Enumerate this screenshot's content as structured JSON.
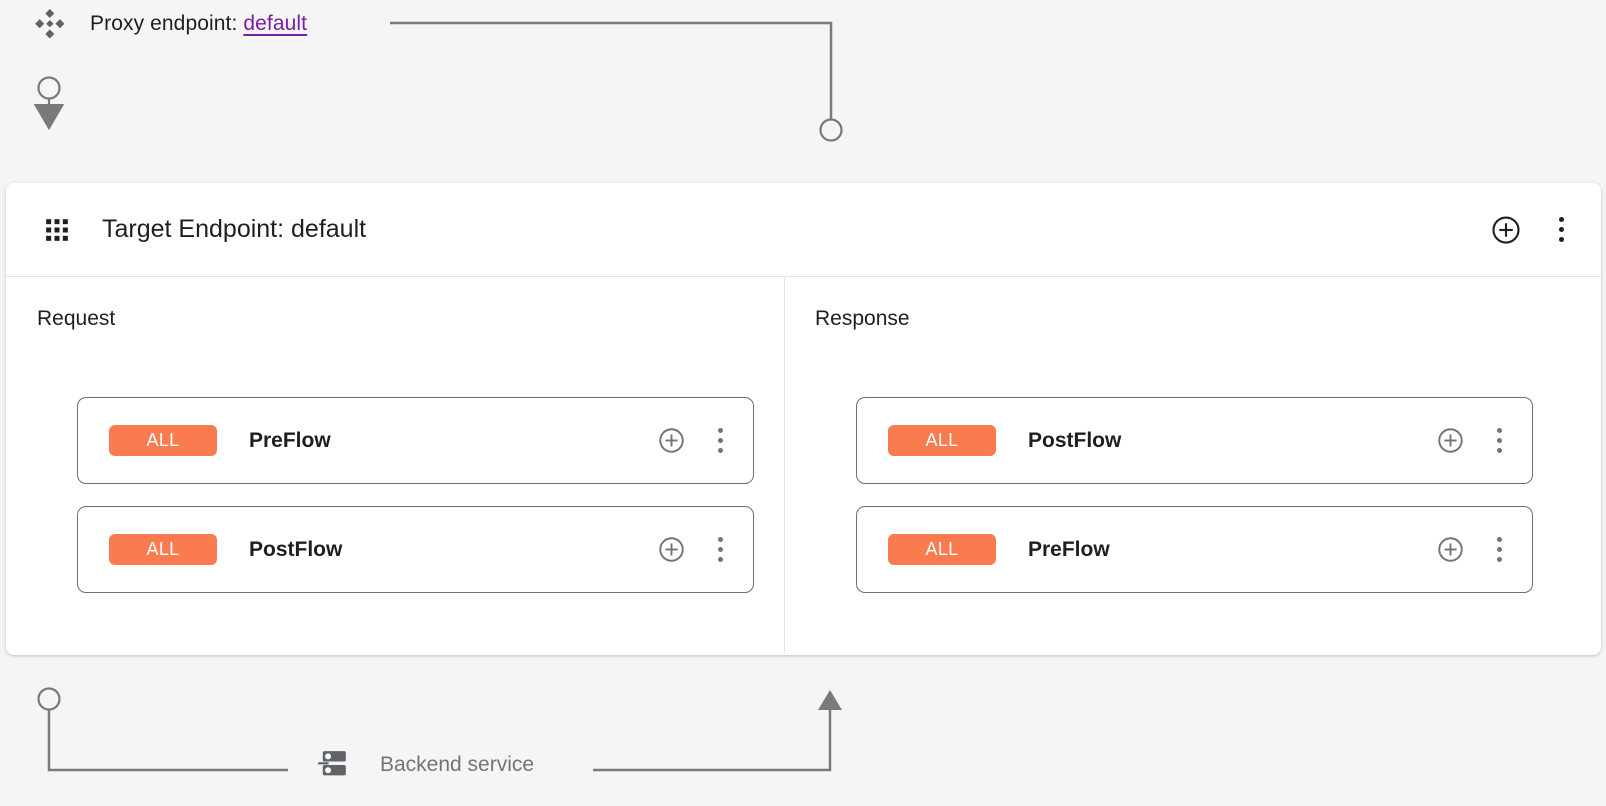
{
  "theme": {
    "background": "#f5f5f5",
    "panel_background": "#ffffff",
    "badge_color": "#fa7b4f",
    "link_color": "#7b1fa2",
    "connector_color": "#7a7a7a",
    "card_border": "#6f6f6f",
    "muted_text": "#70757a"
  },
  "proxy": {
    "icon": "proxy-diamond-icon",
    "label_prefix": "Proxy endpoint: ",
    "link_text": "default"
  },
  "panel": {
    "icon": "grid-dots-icon",
    "title": "Target Endpoint: default",
    "actions": {
      "add": "add-circle-icon",
      "menu": "more-vert-icon"
    }
  },
  "columns": [
    {
      "heading": "Request",
      "direction": "down",
      "flows": [
        {
          "badge": "ALL",
          "name": "PreFlow",
          "add": "add-circle-icon",
          "menu": "more-vert-icon"
        },
        {
          "badge": "ALL",
          "name": "PostFlow",
          "add": "add-circle-icon",
          "menu": "more-vert-icon"
        }
      ]
    },
    {
      "heading": "Response",
      "direction": "up",
      "flows": [
        {
          "badge": "ALL",
          "name": "PostFlow",
          "add": "add-circle-icon",
          "menu": "more-vert-icon"
        },
        {
          "badge": "ALL",
          "name": "PreFlow",
          "add": "add-circle-icon",
          "menu": "more-vert-icon"
        }
      ]
    }
  ],
  "backend": {
    "icon": "server-stack-icon",
    "label": "Backend service"
  }
}
